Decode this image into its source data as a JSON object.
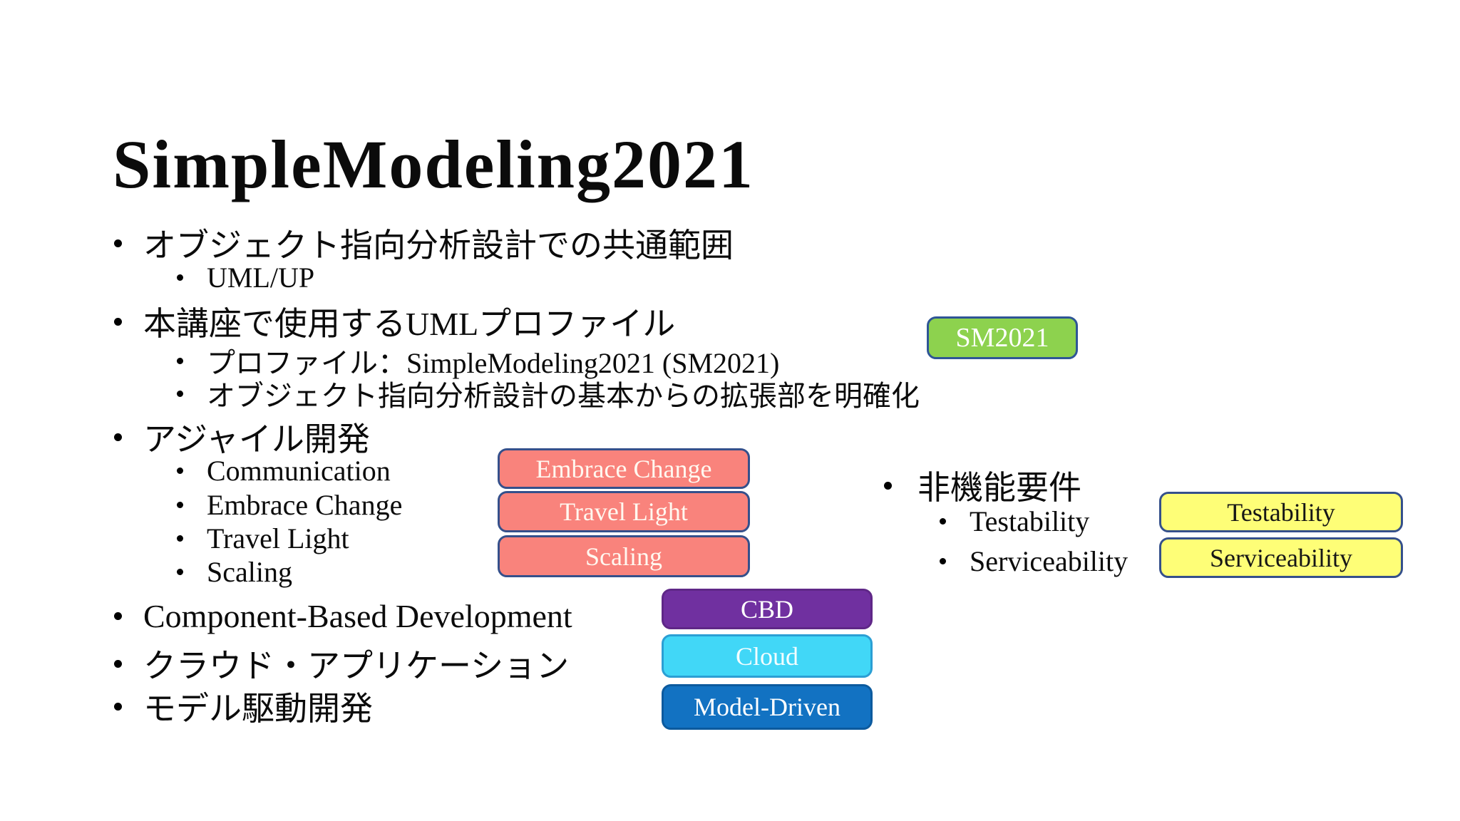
{
  "slide": {
    "title": "SimpleModeling2021"
  },
  "left_list": [
    {
      "level": 1,
      "text": "オブジェクト指向分析設計での共通範囲"
    },
    {
      "level": 2,
      "text": "UML/UP"
    },
    {
      "level": 1,
      "text": "本講座で使用するUMLプロファイル"
    },
    {
      "level": 2,
      "text": "プロファイル：SimpleModeling2021 (SM2021)"
    },
    {
      "level": 2,
      "text": "オブジェクト指向分析設計の基本からの拡張部を明確化"
    },
    {
      "level": 1,
      "text": "アジャイル開発"
    },
    {
      "level": 2,
      "text": "Communication"
    },
    {
      "level": 2,
      "text": "Embrace Change"
    },
    {
      "level": 2,
      "text": "Travel Light"
    },
    {
      "level": 2,
      "text": "Scaling"
    },
    {
      "level": 1,
      "text": "Component-Based Development"
    },
    {
      "level": 1,
      "text": "クラウド・アプリケーション"
    },
    {
      "level": 1,
      "text": "モデル駆動開発"
    }
  ],
  "right_list": [
    {
      "level": 1,
      "text": "非機能要件"
    },
    {
      "level": 2,
      "text": "Testability"
    },
    {
      "level": 2,
      "text": "Serviceability"
    }
  ],
  "badges": {
    "sm2021": {
      "label": "SM2021",
      "fill": "#8DD24E",
      "border": "#2E5596",
      "text_color": "#FFFFFF"
    },
    "embrace": {
      "label": "Embrace Change",
      "fill": "#F9837C",
      "border": "#35508B",
      "text_color": "#FFF8F0"
    },
    "travel": {
      "label": "Travel Light",
      "fill": "#F9837C",
      "border": "#35508B",
      "text_color": "#FFF8F0"
    },
    "scaling": {
      "label": "Scaling",
      "fill": "#F9837C",
      "border": "#35508B",
      "text_color": "#FFF8F0"
    },
    "cbd": {
      "label": "CBD",
      "fill": "#7030A0",
      "border": "#5F2787",
      "text_color": "#FFFFFF"
    },
    "cloud": {
      "label": "Cloud",
      "fill": "#41D7F7",
      "border": "#2B9FD4",
      "text_color": "#F2FDFF"
    },
    "modeldriven": {
      "label": "Model-Driven",
      "fill": "#1272C2",
      "border": "#0C5A9E",
      "text_color": "#FFFFFF"
    },
    "testability": {
      "label": "Testability",
      "fill": "#FEFE77",
      "border": "#35508B",
      "text_color": "#161616"
    },
    "serviceability": {
      "label": "Serviceability",
      "fill": "#FEFE77",
      "border": "#35508B",
      "text_color": "#161616"
    }
  }
}
